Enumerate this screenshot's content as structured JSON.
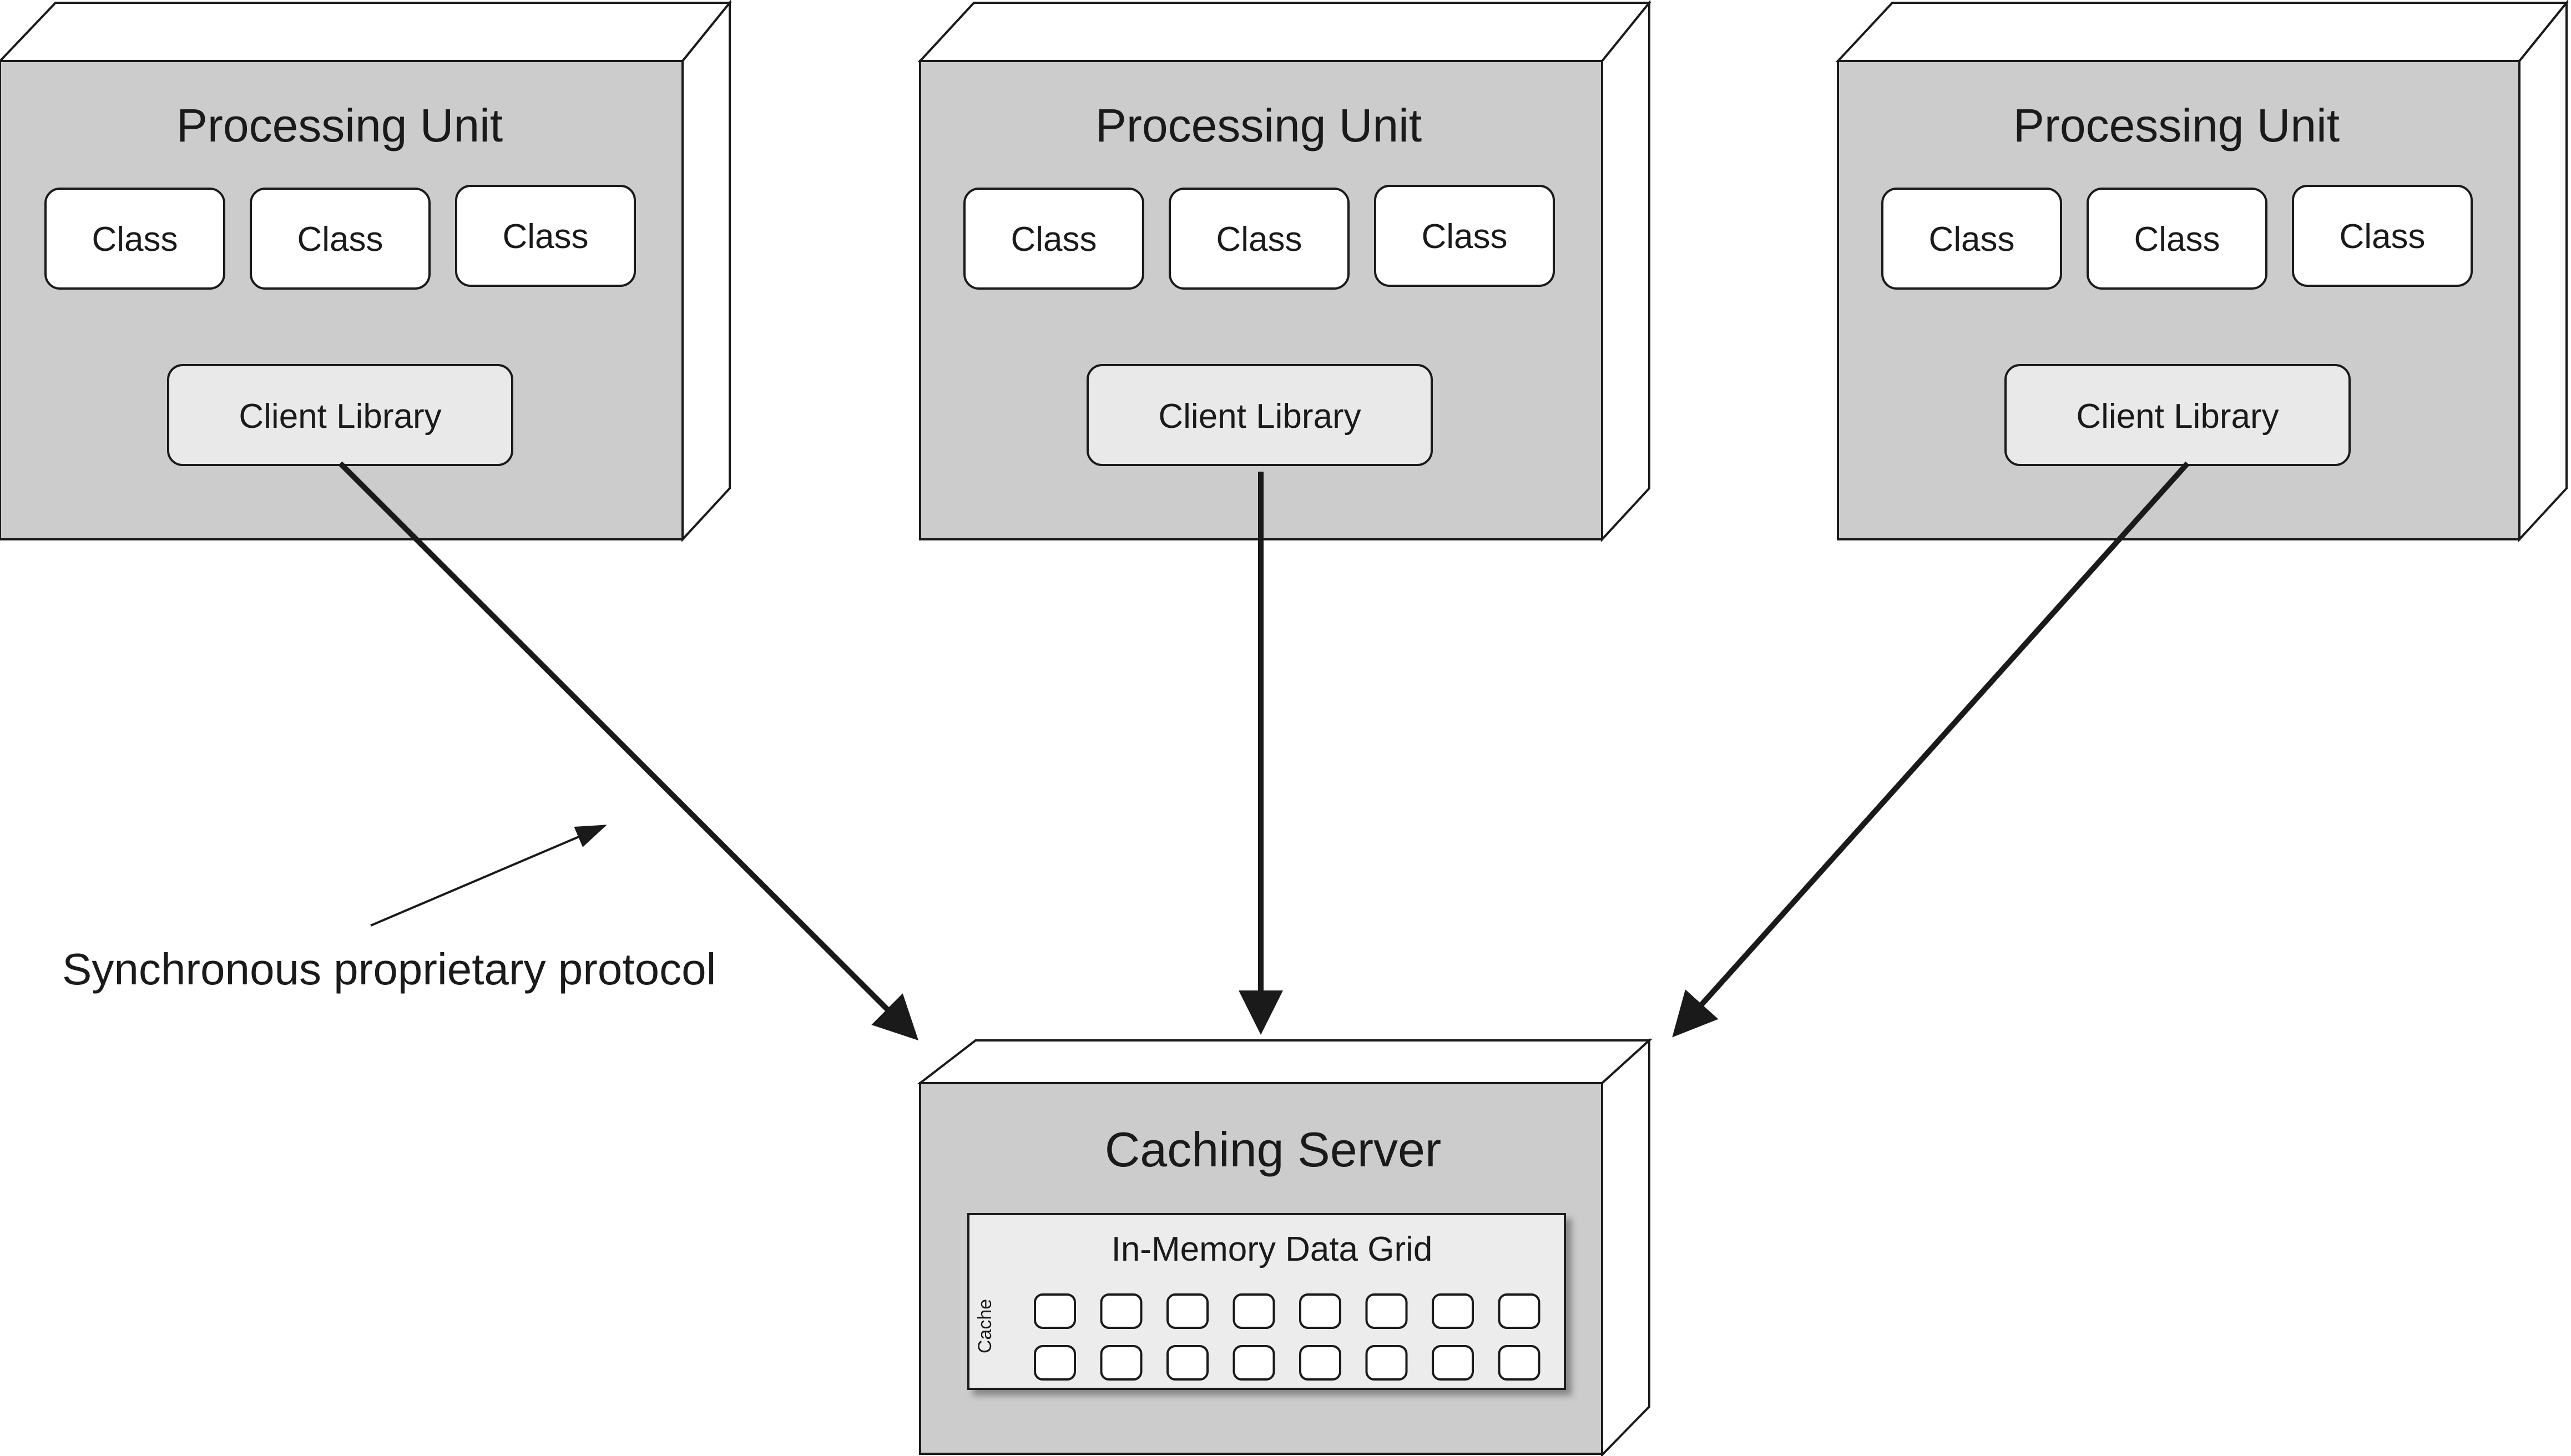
{
  "colors": {
    "node_face": "#cccccc",
    "node_side": "#ffffff",
    "class_box": "#ffffff",
    "client_box": "#e9e9e9",
    "grid_box": "#ececec",
    "stroke": "#1a1a1a"
  },
  "processing_units": [
    {
      "title": "Processing Unit",
      "classes": [
        "Class",
        "Class",
        "Class"
      ],
      "client_library": "Client Library"
    },
    {
      "title": "Processing Unit",
      "classes": [
        "Class",
        "Class",
        "Class"
      ],
      "client_library": "Client Library"
    },
    {
      "title": "Processing Unit",
      "classes": [
        "Class",
        "Class",
        "Class"
      ],
      "client_library": "Client Library"
    }
  ],
  "caching_server": {
    "title": "Caching Server",
    "data_grid_title": "In-Memory Data Grid",
    "cache_label": "Cache",
    "cache_rows": 2,
    "cache_cols": 8
  },
  "annotation": {
    "text": "Synchronous proprietary protocol"
  }
}
